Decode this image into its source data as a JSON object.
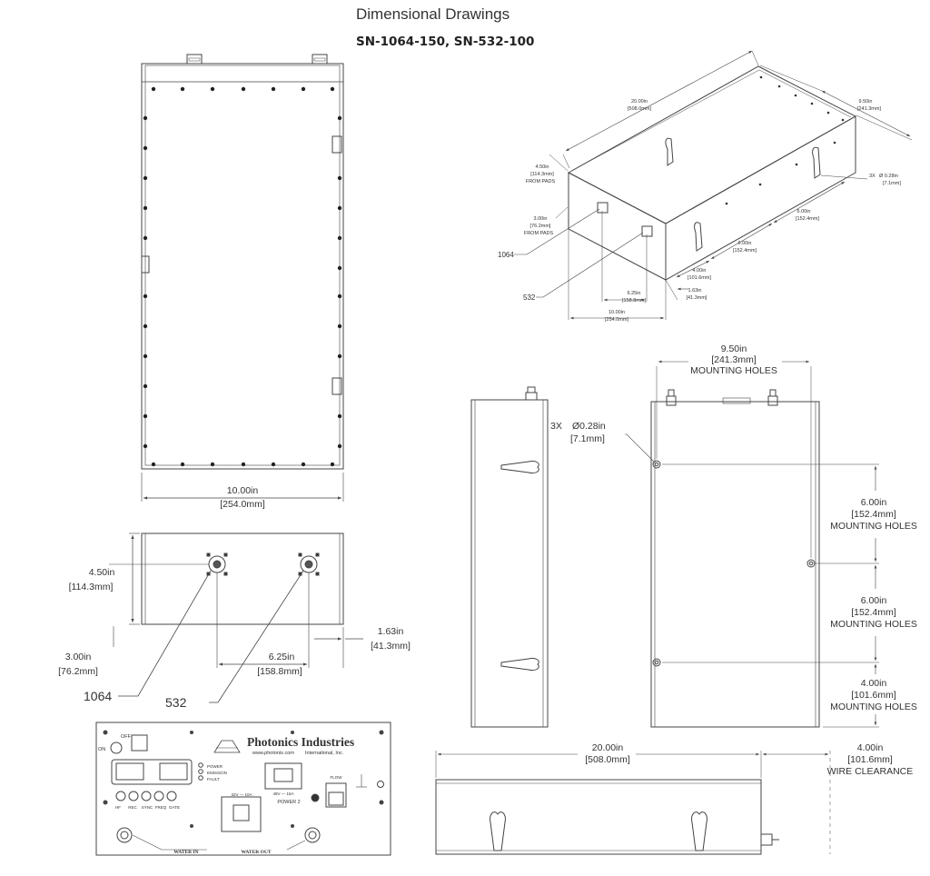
{
  "header": {
    "title": "Dimensional Drawings",
    "subtitle": "SN-1064-150, SN-532-100"
  },
  "top_view": {
    "width_in": "10.00in",
    "width_mm": "[254.0mm]"
  },
  "front_view": {
    "height_in": "4.50in",
    "height_mm": "[114.3mm]",
    "port_height_in": "3.00in",
    "port_height_mm": "[76.2mm]",
    "port_spacing_in": "6.25in",
    "port_spacing_mm": "[158.8mm]",
    "edge_in": "1.63in",
    "edge_mm": "[41.3mm]",
    "label_1064": "1064",
    "label_532": "532"
  },
  "iso_view": {
    "length_in": "20.00in",
    "length_mm": "[508.0mm]",
    "depth_in": "9.50in",
    "depth_mm": "[241.3mm]",
    "holes_qty": "3X",
    "hole_dia": "Ø 0.28in",
    "hole_mm": "[7.1mm]",
    "height_in": "4.50in",
    "height_mm": "[114.3mm]",
    "from_pads": "FROM PADS",
    "port_in": "3.00in",
    "port_mm": "[76.2mm]",
    "sp1_in": "6.00in",
    "sp1_mm": "[152.4mm]",
    "sp2_in": "6.00in",
    "sp2_mm": "[152.4mm]",
    "sp3_in": "4.00in",
    "sp3_mm": "[101.6mm]",
    "edge_in": "1.63in",
    "edge_mm": "[41.3mm]",
    "pspace_in": "6.25in",
    "pspace_mm": "[158.8mm]",
    "width_in": "10.00in",
    "width_mm": "[254.0mm]",
    "label_1064": "1064",
    "label_532": "532"
  },
  "side_view": {
    "holes_qty": "3X",
    "hole_dia": "Ø0.28in",
    "hole_mm": "[7.1mm]",
    "width_in": "9.50in",
    "width_mm": "[241.3mm]",
    "width_note": "MOUNTING HOLES",
    "sp1_in": "6.00in",
    "sp1_mm": "[152.4mm]",
    "sp2_in": "6.00in",
    "sp2_mm": "[152.4mm]",
    "sp3_in": "4.00in",
    "sp3_mm": "[101.6mm]",
    "sp_note": "MOUNTING HOLES"
  },
  "bottom_view": {
    "length_in": "20.00in",
    "length_mm": "[508.0mm]",
    "clear_in": "4.00in",
    "clear_mm": "[101.6mm]",
    "clear_note": "WIRE CLEARANCE"
  },
  "rear_panel": {
    "brand": "Photonics Industries",
    "website": "www.photonix.com",
    "brand_sub": "International, Inc.",
    "on": "ON",
    "off": "OFF",
    "led1": "POWER",
    "led2": "EMISSION",
    "led3": "FAULT",
    "bnc_labels": [
      "HF",
      "REC",
      "SYNC",
      "FREQ",
      "GATE"
    ],
    "power1": "32V — 10A",
    "power2_rating": "48V — 15A",
    "power2": "POWER 2",
    "flow": "FLOW",
    "water_in": "WATER IN",
    "water_out": "WATER OUT"
  },
  "colors": {
    "line": "#444444",
    "background": "#ffffff"
  }
}
